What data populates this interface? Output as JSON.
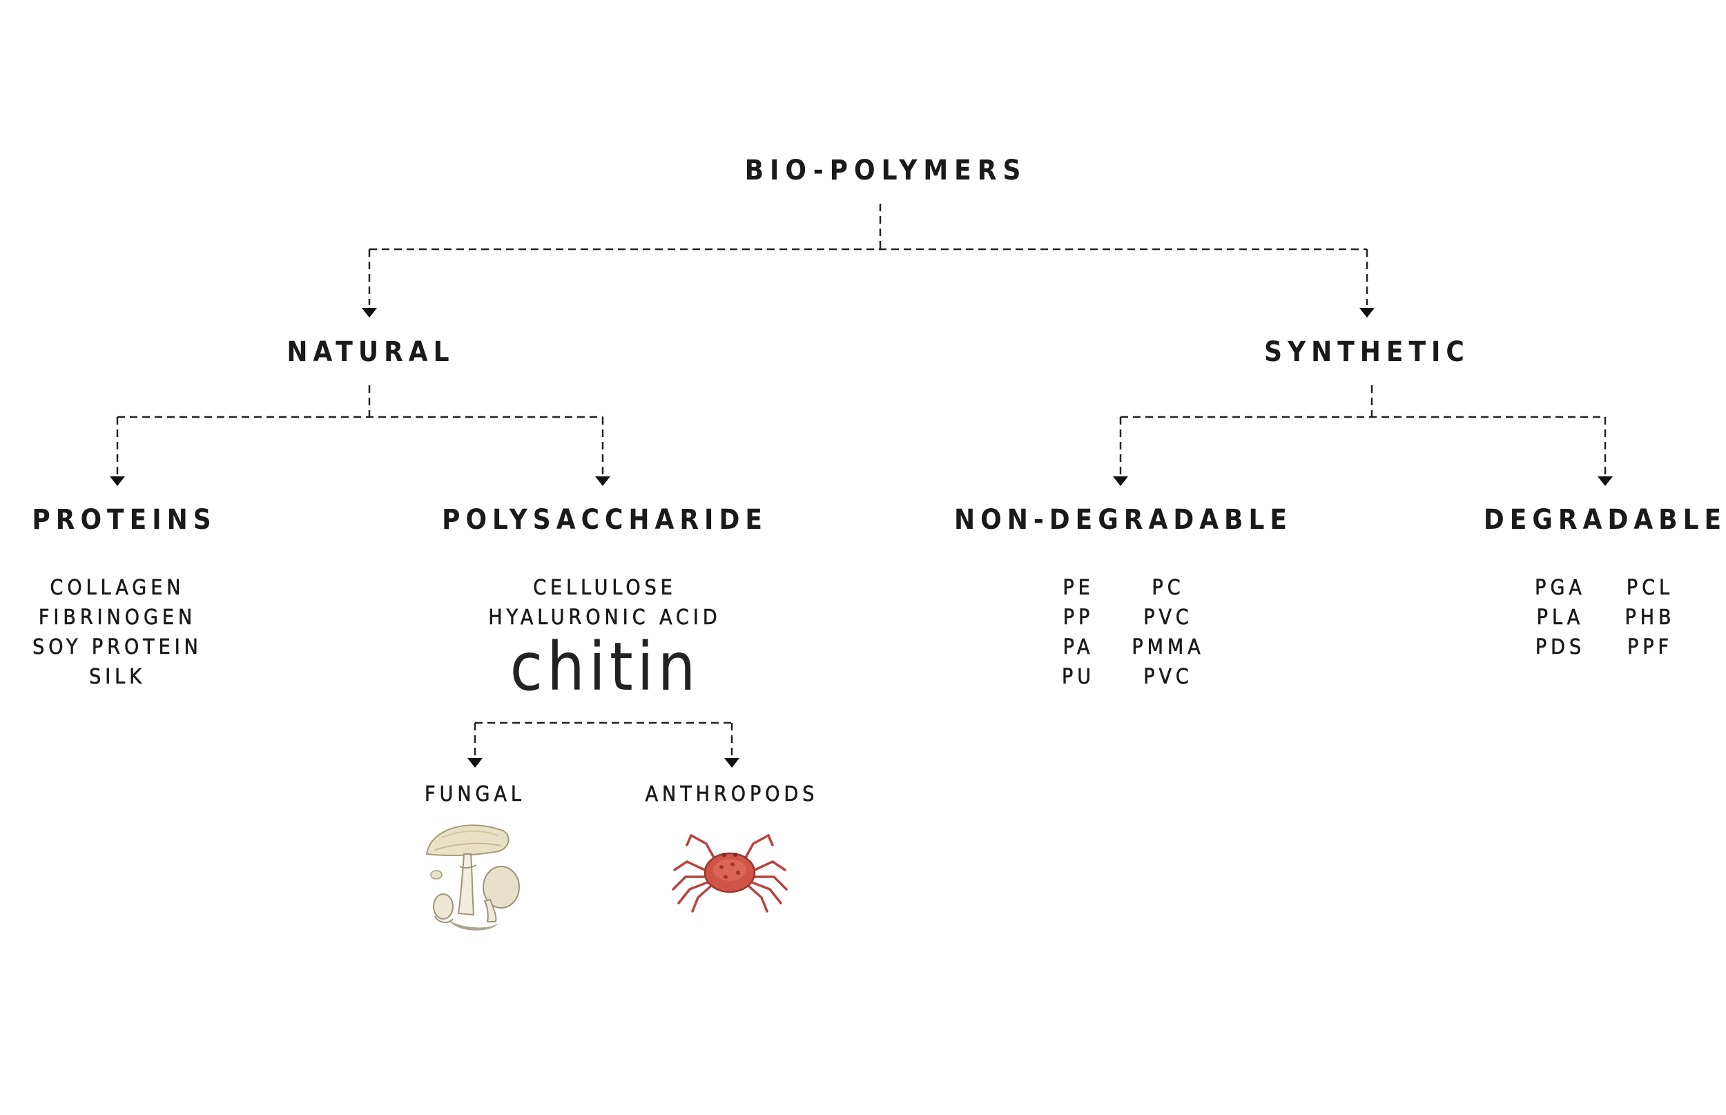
{
  "root": {
    "label": "BIO-POLYMERS"
  },
  "natural": {
    "label": "NATURAL",
    "proteins": {
      "label": "PROTEINS",
      "items": [
        "COLLAGEN",
        "FIBRINOGEN",
        "SOY PROTEIN",
        "SILK"
      ]
    },
    "polysaccharide": {
      "label": "POLYSACCHARIDE",
      "items": [
        "CELLULOSE",
        "HYALURONIC ACID"
      ],
      "highlight": "chitin",
      "sources": {
        "fungal": {
          "label": "FUNGAL",
          "icon": "mushroom-illustration"
        },
        "anthropods": {
          "label": "ANTHROPODS",
          "icon": "crab-illustration"
        }
      }
    }
  },
  "synthetic": {
    "label": "SYNTHETIC",
    "non_degradable": {
      "label": "NON-DEGRADABLE",
      "col1": [
        "PE",
        "PP",
        "PA",
        "PU"
      ],
      "col2": [
        "PC",
        "PVC",
        "PMMA",
        "PVC"
      ]
    },
    "degradable": {
      "label": "DEGRADABLE",
      "col1": [
        "PGA",
        "PLA",
        "PDS"
      ],
      "col2": [
        "PCL",
        "PHB",
        "PPF"
      ]
    }
  },
  "colors": {
    "text": "#1a1a1a",
    "connector": "#222222",
    "crab": "#c8504a",
    "mushroom": "#e6e0cc"
  }
}
